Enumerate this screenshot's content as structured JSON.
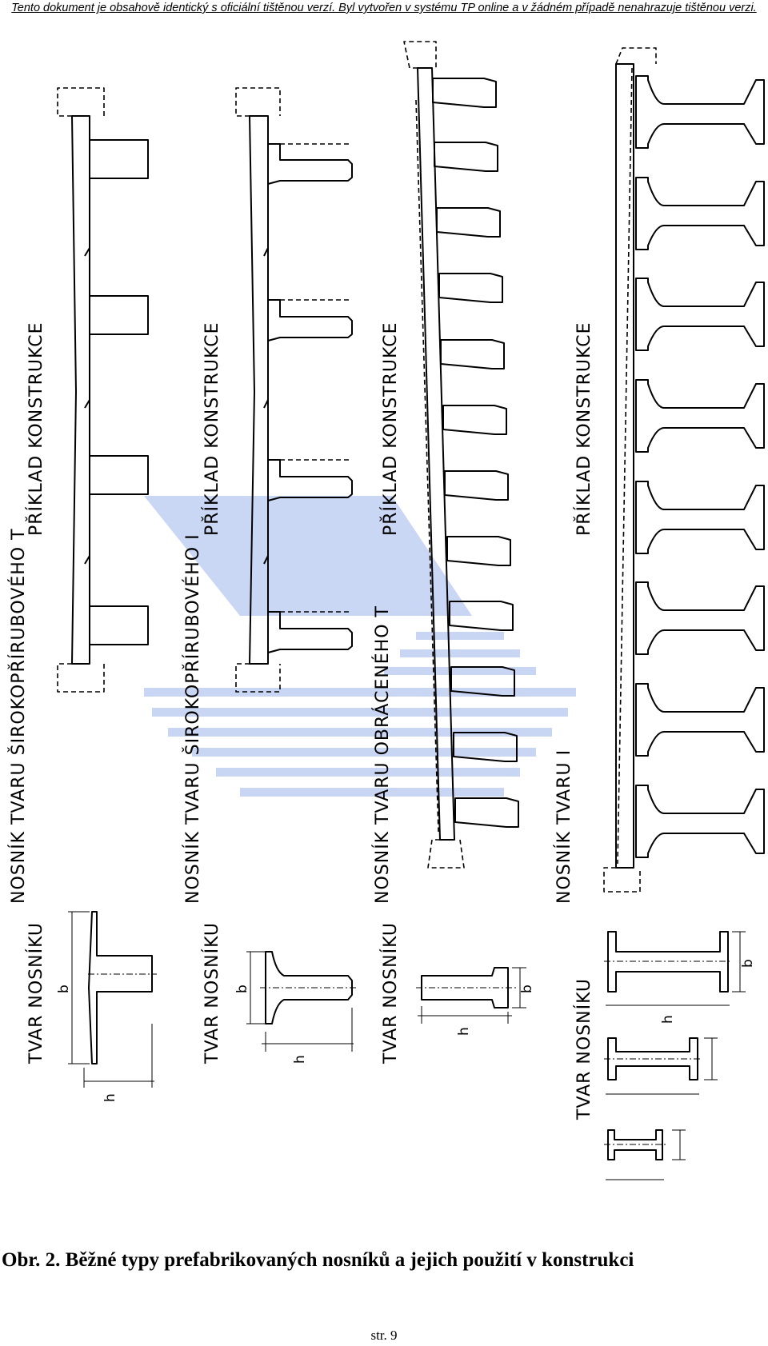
{
  "header": {
    "notice": "Tento dokument je obsahově identický s oficiální tištěnou verzí. Byl vytvořen v systému TP online a v žádném případě nenahrazuje tištěnou verzi."
  },
  "figure": {
    "columns": [
      {
        "shape_label": "TVAR NOSNÍKU",
        "girder_label": "NOSNÍK TVARU ŠIROKOPŘÍRUBOVÉHO T",
        "example_label": "PŘÍKLAD KONSTRUKCE",
        "dim_b": "b",
        "dim_h": "h"
      },
      {
        "shape_label": "TVAR NOSNÍKU",
        "girder_label": "NOSNÍK TVARU ŠIROKOPŘÍRUBOVÉHO I",
        "example_label": "PŘÍKLAD KONSTRUKCE",
        "dim_b": "b",
        "dim_h": "h"
      },
      {
        "shape_label": "TVAR NOSNÍKU",
        "girder_label": "NOSNÍK TVARU OBRÁCENÉHO T",
        "example_label": "PŘÍKLAD KONSTRUKCE",
        "dim_b": "b",
        "dim_h": "h"
      },
      {
        "shape_label": "TVAR NOSNÍKU",
        "girder_label": "NOSNÍK TVARU I",
        "example_label": "PŘÍKLAD KONSTRUKCE",
        "dim_b": "b",
        "dim_h": "h"
      }
    ],
    "watermark_color": "#b7c9f0"
  },
  "caption": "Obr. 2. Běžné typy prefabrikovaných nosníků a jejich použití v konstrukci",
  "page_number": "str. 9"
}
